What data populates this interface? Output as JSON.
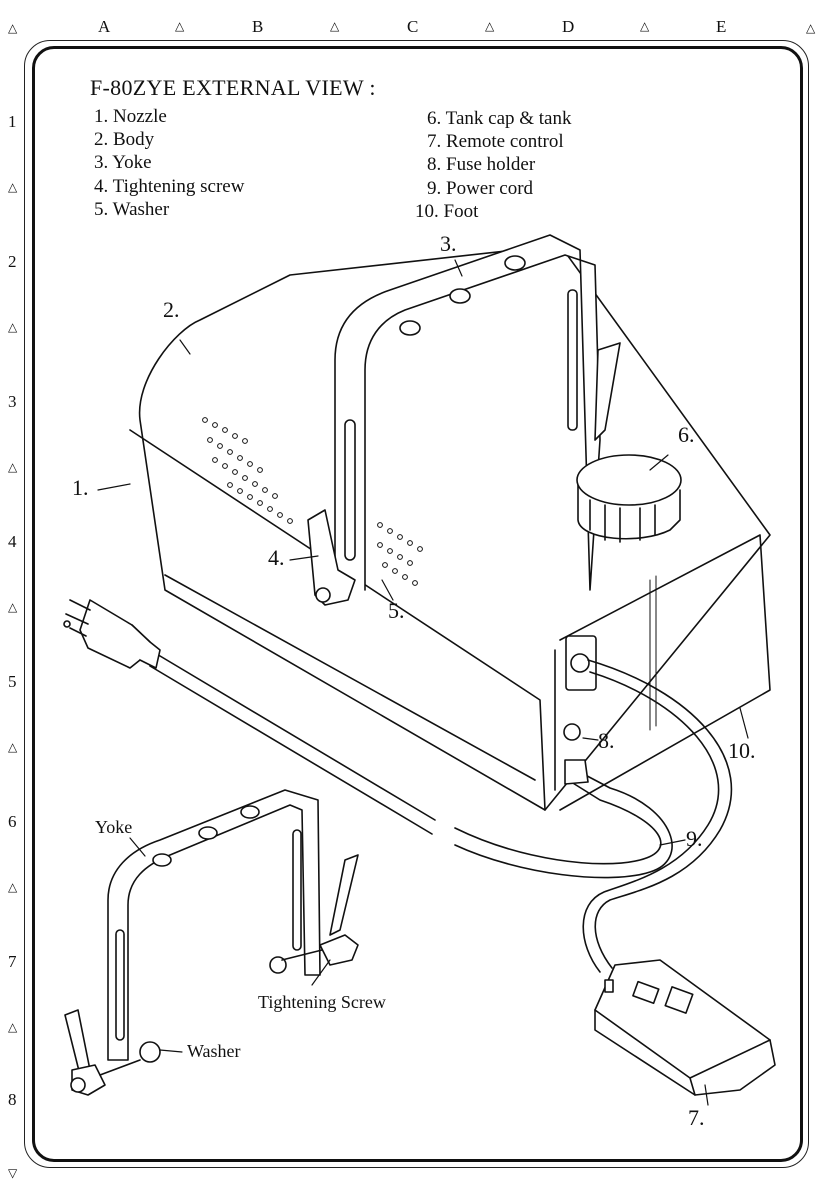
{
  "grid": {
    "columns": [
      "A",
      "B",
      "C",
      "D",
      "E"
    ],
    "rows": [
      "1",
      "2",
      "3",
      "4",
      "5",
      "6",
      "7",
      "8"
    ]
  },
  "title": "F-80ZYE EXTERNAL VIEW :",
  "parts": [
    {
      "num": "1.",
      "name": "Nozzle"
    },
    {
      "num": "2.",
      "name": "Body"
    },
    {
      "num": "3.",
      "name": "Yoke"
    },
    {
      "num": "4.",
      "name": "Tightening screw"
    },
    {
      "num": "5.",
      "name": "Washer"
    },
    {
      "num": "6.",
      "name": "Tank cap & tank"
    },
    {
      "num": "7.",
      "name": "Remote control"
    },
    {
      "num": "8.",
      "name": "Fuse holder"
    },
    {
      "num": "9.",
      "name": "Power cord"
    },
    {
      "num": "10.",
      "name": "Foot"
    }
  ],
  "callouts": [
    "1.",
    "2.",
    "3.",
    "4.",
    "5.",
    "6.",
    "7.",
    "8.",
    "9.",
    "10."
  ],
  "yoke_detail": {
    "yoke_label": "Yoke",
    "screw_label": "Tightening Screw",
    "washer_label": "Washer"
  },
  "colors": {
    "line": "#111111",
    "fill": "#ffffff",
    "shade": "#e6e6e6"
  }
}
